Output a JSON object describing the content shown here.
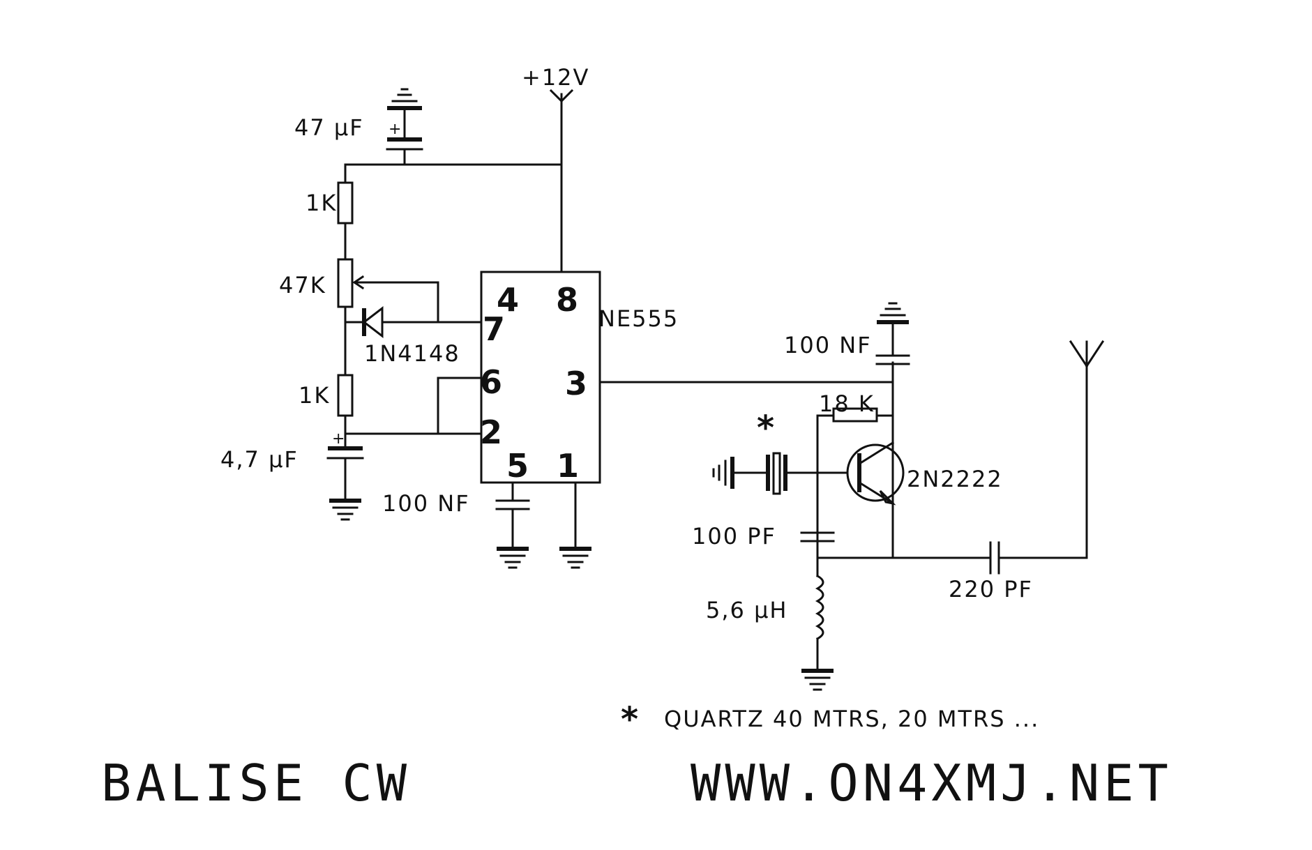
{
  "labels": {
    "supply": "+12V",
    "c_47uf": "47 µF",
    "c_47uf_plus": "+",
    "r_1k_top": "1K",
    "pot_47k": "47K",
    "diode": "1N4148",
    "r_1k_bottom": "1K",
    "c_4_7uf": "4,7 µF",
    "c_4_7uf_plus": "+",
    "c_100nf_555": "100 NF",
    "ic_name": "NE555",
    "c_100nf_tr": "100 NF",
    "r_18k": "18 K",
    "quartz_mark": "*",
    "transistor": "2N2222",
    "c_100pf": "100 PF",
    "c_220pf": "220 PF",
    "l_5_6uh": "5,6 µH"
  },
  "ic_pins": {
    "p4": "4",
    "p8": "8",
    "p7": "7",
    "p6": "6",
    "p3": "3",
    "p2": "2",
    "p5": "5",
    "p1": "1"
  },
  "note": {
    "mark": "*",
    "text": "QUARTZ 40 MTRS, 20 MTRS ..."
  },
  "footer": {
    "title": "BALISE CW",
    "website": "WWW.ON4XMJ.NET"
  }
}
